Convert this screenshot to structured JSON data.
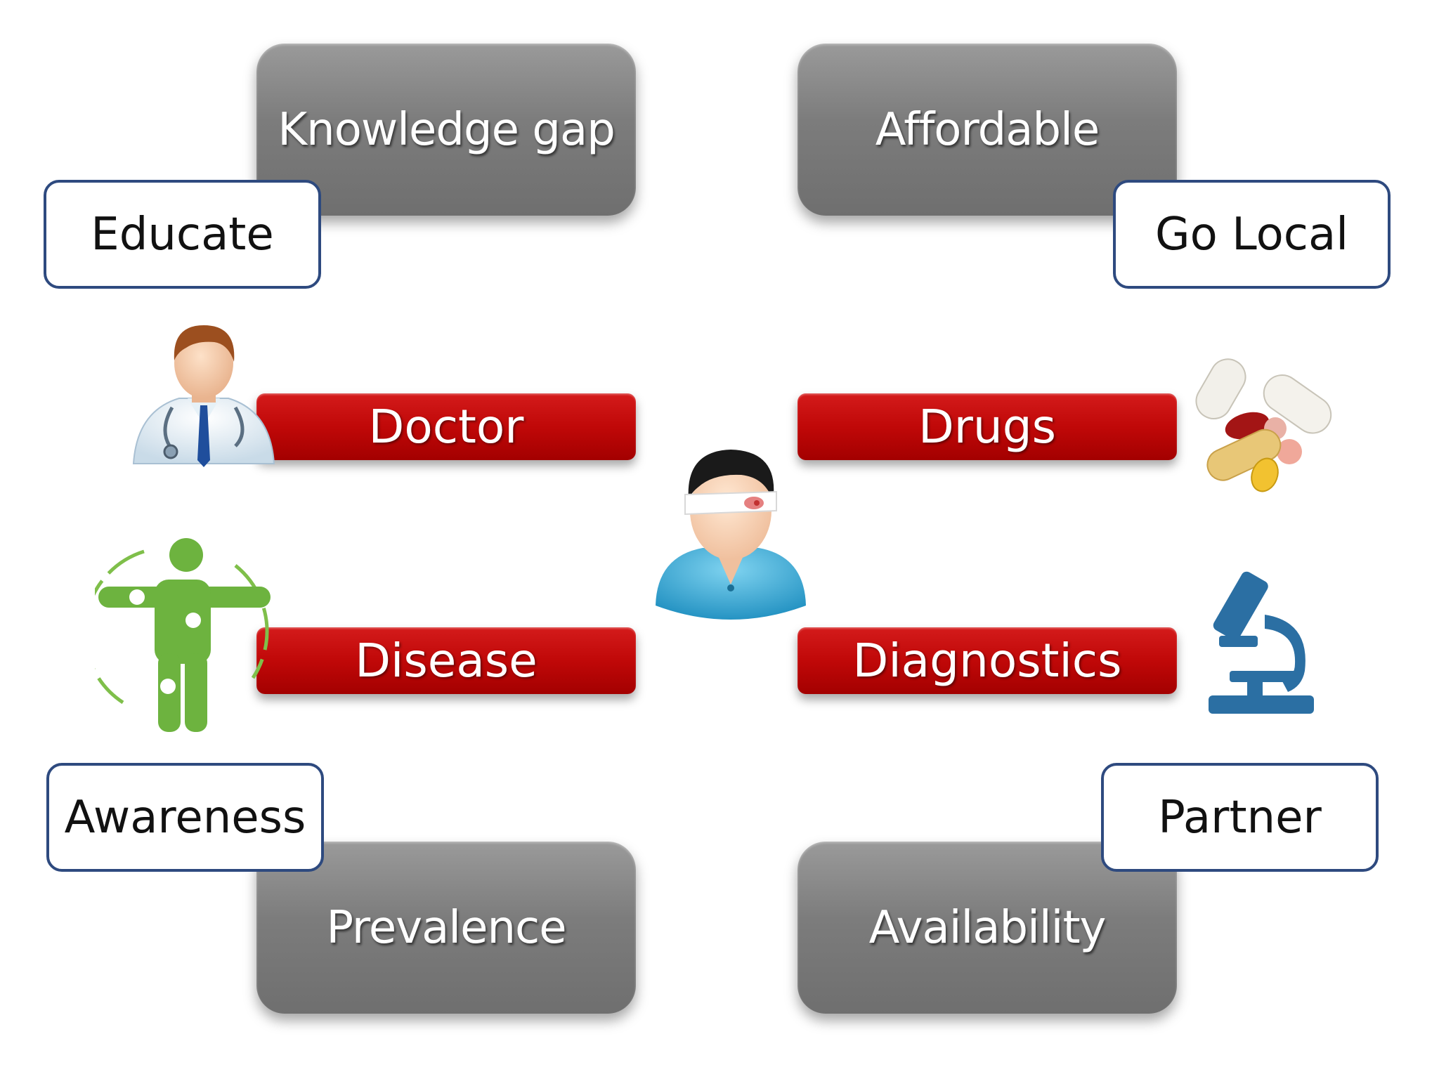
{
  "grey_boxes": {
    "top_left": "Knowledge gap",
    "top_right": "Affordable",
    "bottom_left": "Prevalence",
    "bottom_right": "Availability"
  },
  "red_bars": {
    "top_left": "Doctor",
    "top_right": "Drugs",
    "bottom_left": "Disease",
    "bottom_right": "Diagnostics"
  },
  "outline_boxes": {
    "top_left": "Educate",
    "top_right": "Go Local",
    "bottom_left": "Awareness",
    "bottom_right": "Partner"
  },
  "icons": {
    "doctor": "doctor-icon",
    "pills": "pills-icon",
    "body": "human-body-icon",
    "microscope": "microscope-icon",
    "patient": "injured-patient-icon"
  },
  "colors": {
    "grey_box": "#7c7c7c",
    "red_bar": "#c00808",
    "outline": "#2e4a7f",
    "green": "#6db33f",
    "microscope_blue": "#2b6fa3"
  }
}
